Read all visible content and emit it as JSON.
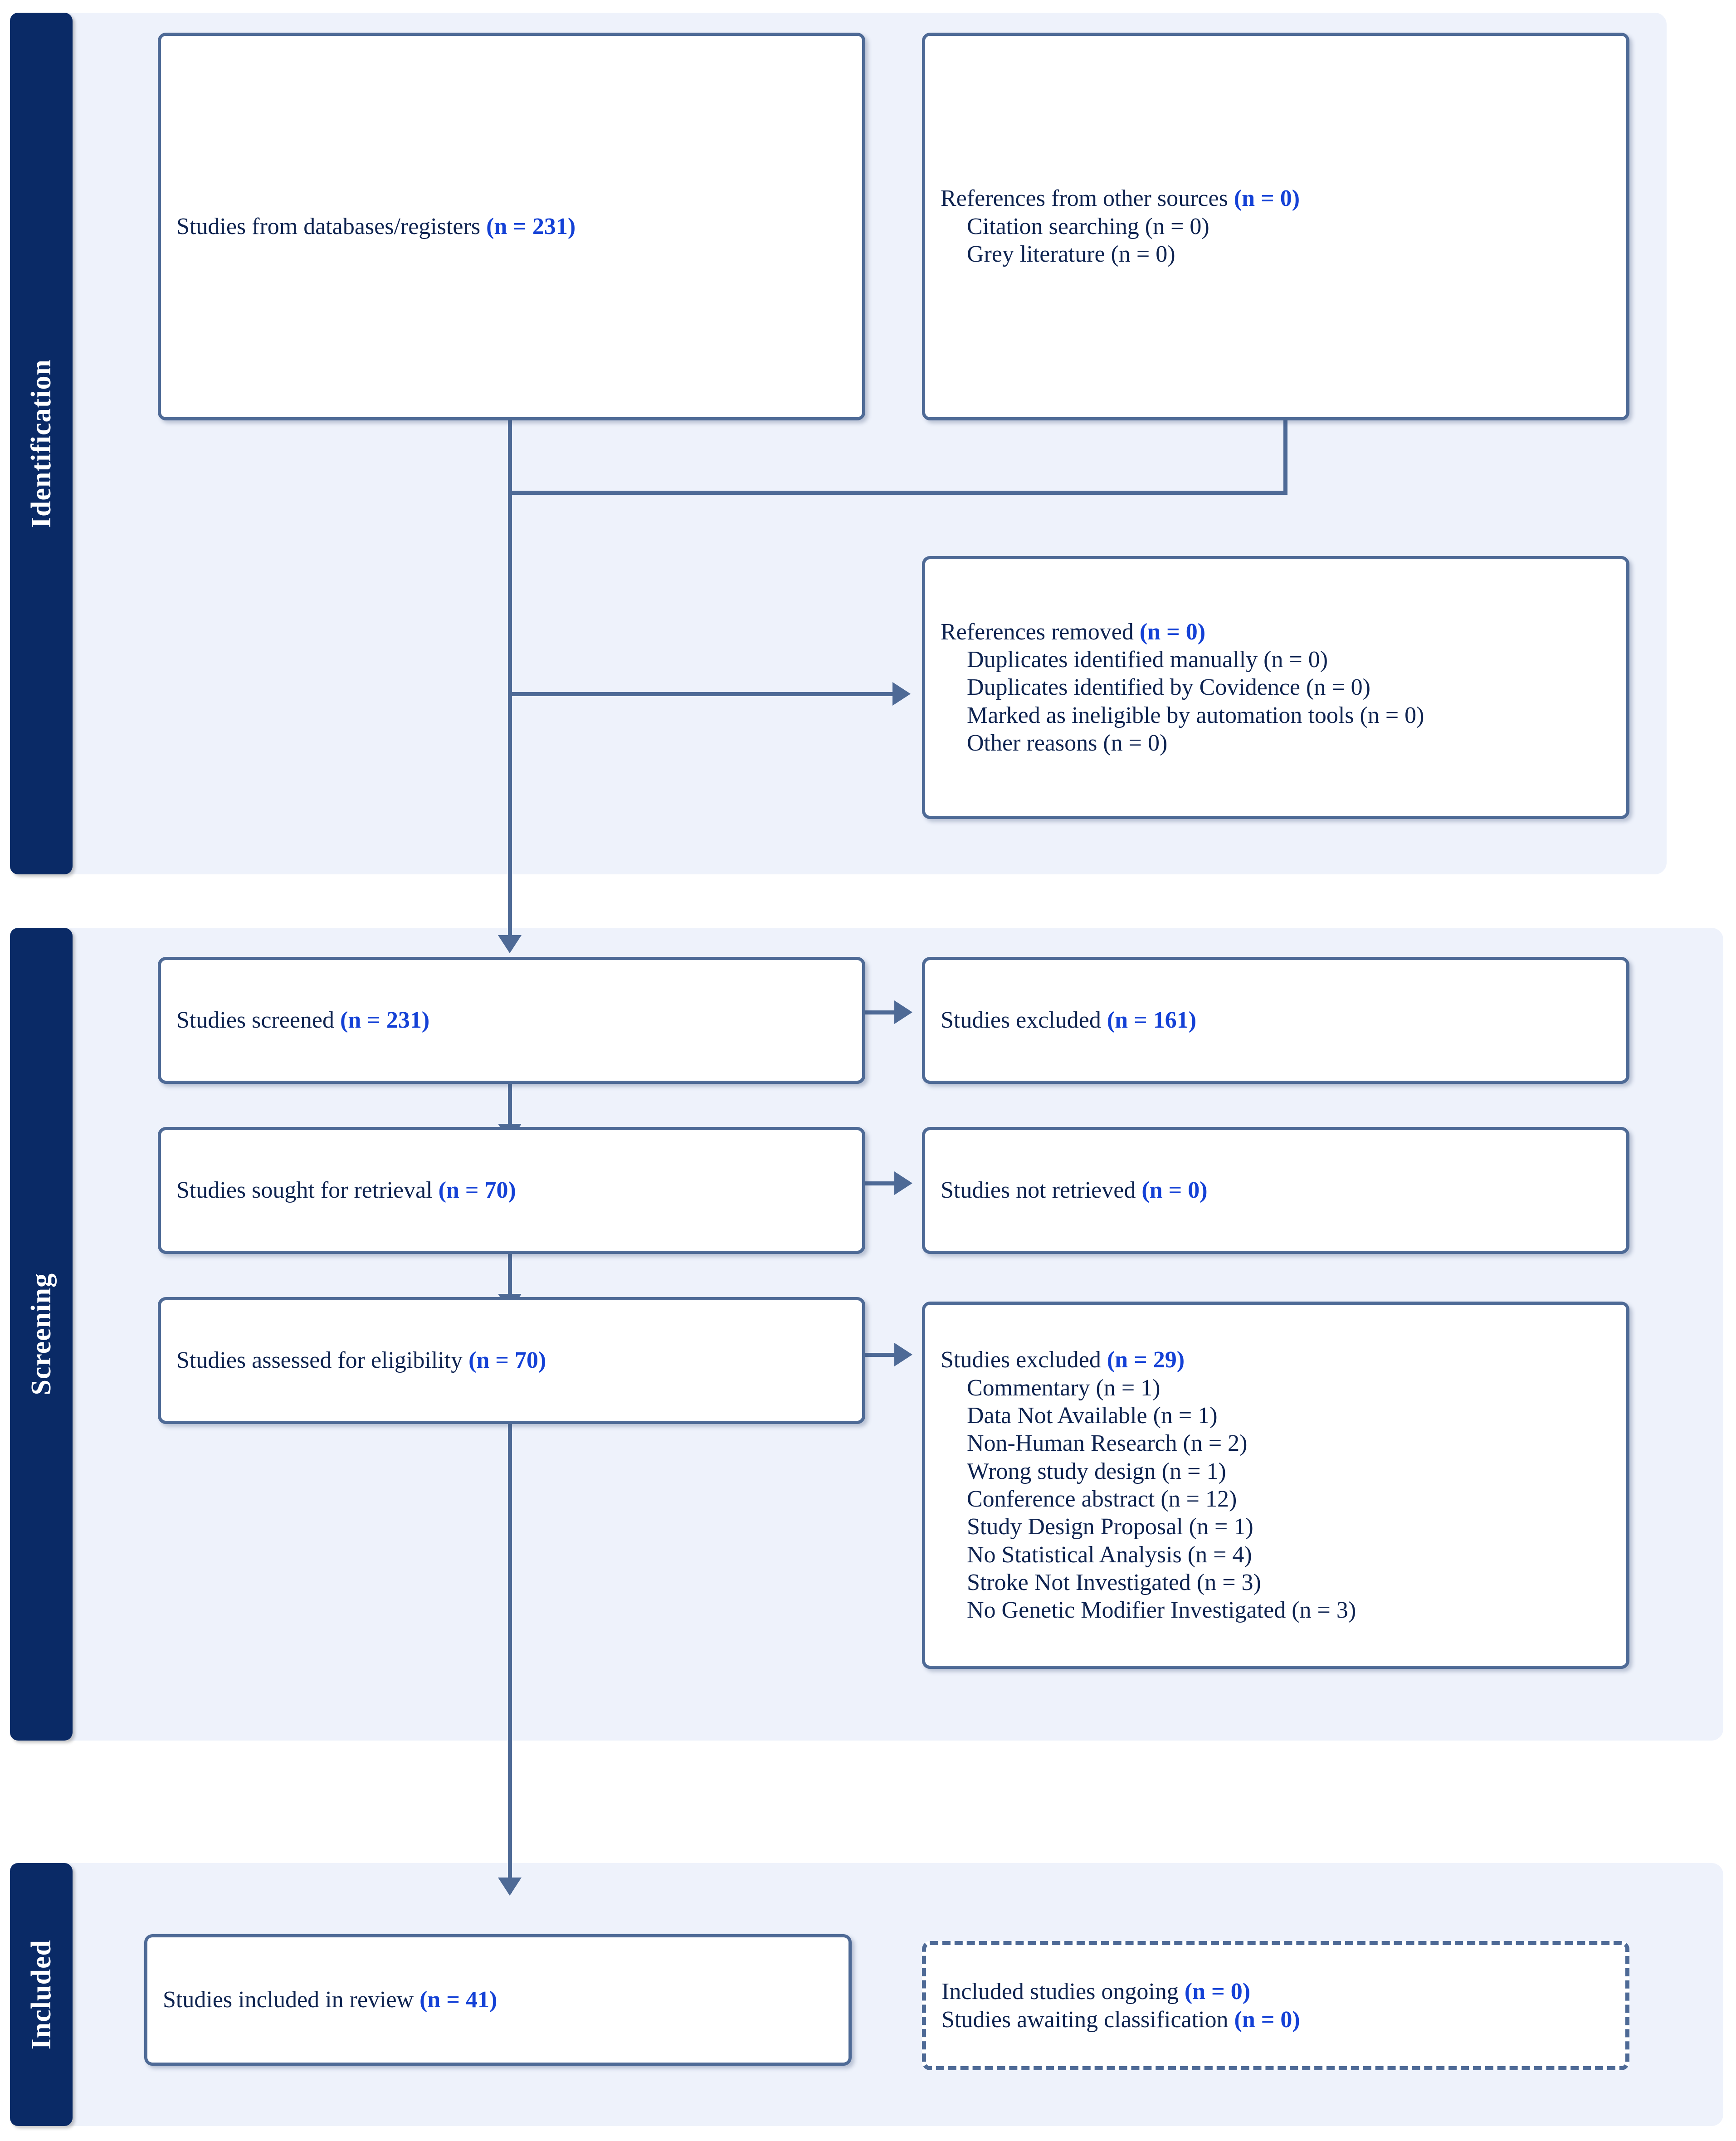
{
  "diagram": {
    "type": "prisma-flow-diagram",
    "accent_box_border": "#4e6a96",
    "accent_stage_label": "#0a2a66",
    "accent_panel": "#eef2fb",
    "accent_number": "#1441d6",
    "accent_text": "#0e2350"
  },
  "stages": [
    {
      "id": "identification",
      "label": "Identification"
    },
    {
      "id": "screening",
      "label": "Screening"
    },
    {
      "id": "included",
      "label": "Included"
    }
  ],
  "boxes": {
    "databases": {
      "lines": [
        {
          "label": "Studies from databases/registers ",
          "count": "(n = 231)",
          "level": "head"
        }
      ]
    },
    "other_sources": {
      "lines": [
        {
          "label": "References from other sources ",
          "count": "(n = 0)",
          "level": "head"
        },
        {
          "label": "Citation searching (n = 0)",
          "count": "",
          "level": "sub"
        },
        {
          "label": "Grey literature (n = 0)",
          "count": "",
          "level": "sub"
        }
      ]
    },
    "references_removed": {
      "lines": [
        {
          "label": "References removed ",
          "count": "(n = 0)",
          "level": "head"
        },
        {
          "label": "Duplicates identified manually (n = 0)",
          "count": "",
          "level": "sub"
        },
        {
          "label": "Duplicates identified by Covidence (n = 0)",
          "count": "",
          "level": "sub"
        },
        {
          "label": "Marked as ineligible by automation tools (n = 0)",
          "count": "",
          "level": "sub"
        },
        {
          "label": "Other reasons (n = 0)",
          "count": "",
          "level": "sub"
        }
      ]
    },
    "studies_screened": {
      "lines": [
        {
          "label": "Studies screened ",
          "count": "(n = 231)",
          "level": "head"
        }
      ]
    },
    "studies_excluded_screen": {
      "lines": [
        {
          "label": "Studies excluded ",
          "count": "(n = 161)",
          "level": "head"
        }
      ]
    },
    "sought_retrieval": {
      "lines": [
        {
          "label": "Studies sought for retrieval ",
          "count": "(n = 70)",
          "level": "head"
        }
      ]
    },
    "not_retrieved": {
      "lines": [
        {
          "label": "Studies not retrieved ",
          "count": "(n = 0)",
          "level": "head"
        }
      ]
    },
    "assessed_eligibility": {
      "lines": [
        {
          "label": "Studies assessed for eligibility ",
          "count": "(n = 70)",
          "level": "head"
        }
      ]
    },
    "excluded_reasons": {
      "lines": [
        {
          "label": "Studies excluded ",
          "count": "(n = 29)",
          "level": "head"
        },
        {
          "label": "Commentary (n = 1)",
          "count": "",
          "level": "sub"
        },
        {
          "label": "Data Not Available (n = 1)",
          "count": "",
          "level": "sub"
        },
        {
          "label": "Non-Human Research (n = 2)",
          "count": "",
          "level": "sub"
        },
        {
          "label": "Wrong study design (n = 1)",
          "count": "",
          "level": "sub"
        },
        {
          "label": "Conference abstract (n = 12)",
          "count": "",
          "level": "sub"
        },
        {
          "label": "Study Design Proposal (n = 1)",
          "count": "",
          "level": "sub"
        },
        {
          "label": "No Statistical Analysis (n = 4)",
          "count": "",
          "level": "sub"
        },
        {
          "label": "Stroke Not Investigated (n = 3)",
          "count": "",
          "level": "sub"
        },
        {
          "label": "No Genetic Modifier Investigated (n = 3)",
          "count": "",
          "level": "sub"
        }
      ]
    },
    "included_review": {
      "lines": [
        {
          "label": "Studies included in review ",
          "count": "(n = 41)",
          "level": "head"
        }
      ]
    },
    "ongoing_awaiting": {
      "lines": [
        {
          "label": "Included studies ongoing ",
          "count": "(n = 0)",
          "level": "head"
        },
        {
          "label": "Studies awaiting classification ",
          "count": "(n = 0)",
          "level": "head"
        }
      ]
    }
  }
}
